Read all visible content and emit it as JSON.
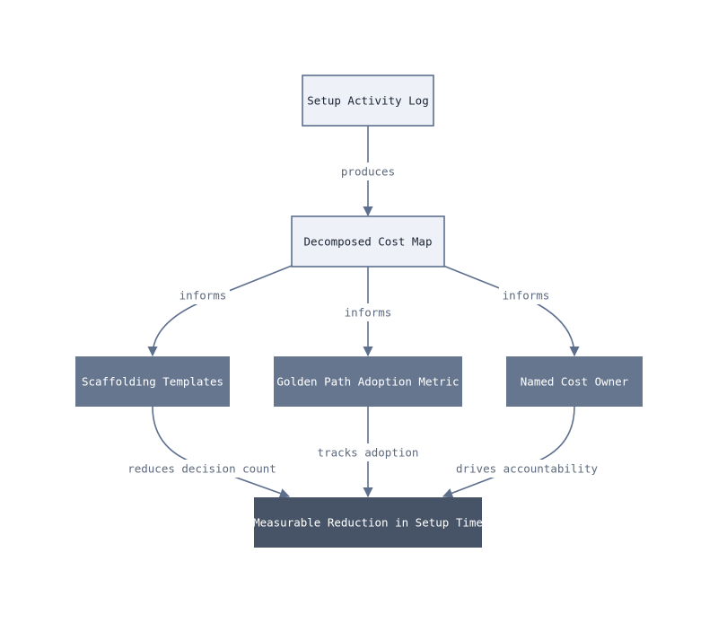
{
  "diagram": {
    "nodes": {
      "setup_log": {
        "label": "Setup Activity Log"
      },
      "cost_map": {
        "label": "Decomposed Cost Map"
      },
      "templates": {
        "label": "Scaffolding Templates"
      },
      "golden_path": {
        "label": "Golden Path Adoption Metric"
      },
      "cost_owner": {
        "label": "Named Cost Owner"
      },
      "reduction": {
        "label": "Measurable Reduction in Setup Time"
      }
    },
    "edges": {
      "produces": {
        "label": "produces"
      },
      "informs_left": {
        "label": "informs"
      },
      "informs_center": {
        "label": "informs"
      },
      "informs_right": {
        "label": "informs"
      },
      "reduces": {
        "label": "reduces decision count"
      },
      "tracks": {
        "label": "tracks adoption"
      },
      "drives": {
        "label": "drives accountability"
      }
    },
    "colors": {
      "light_fill": "#eef2f8",
      "line": "#5e6f8e",
      "mid_fill": "#66768f",
      "dark_fill": "#475467",
      "label_text": "#5e6a7d"
    }
  }
}
